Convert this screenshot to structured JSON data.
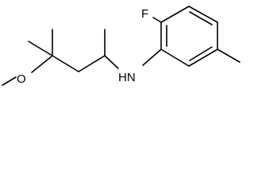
{
  "structure": {
    "atoms": {
      "fluorine": "F",
      "methoxy_oxygen": "O",
      "amine_nitrogen_hydrogen": "HN"
    },
    "colors": {
      "bond": "#000000",
      "label": "#000000",
      "background": "#ffffff"
    }
  }
}
